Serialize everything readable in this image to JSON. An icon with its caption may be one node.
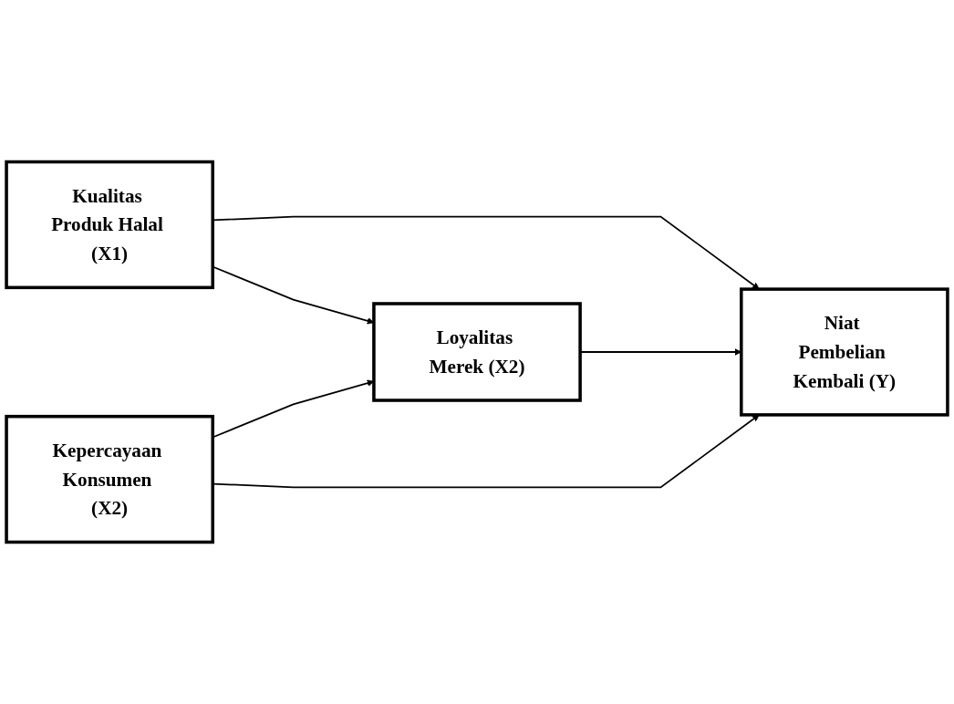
{
  "diagram": {
    "nodes": [
      {
        "text": [
          "Kualitas Produk Halal (X1)"
        ]
      },
      {
        "text": [
          "Loyalitas Merek (X2)"
        ]
      },
      {
        "text": [
          "Niat Pembelian Kembali (Y)"
        ]
      },
      {
        "text": [
          "Kepercayaan Konsumen (X2)"
        ]
      }
    ],
    "edges": [
      {
        "from": 0,
        "to": 1,
        "arrow": "to"
      },
      {
        "from": 0,
        "to": 2,
        "arrow": "to"
      },
      {
        "from": 1,
        "to": 2,
        "arrow": "to"
      },
      {
        "from": 3,
        "to": 1,
        "arrow": "to"
      },
      {
        "from": 3,
        "to": 2,
        "arrow": "to"
      }
    ]
  }
}
